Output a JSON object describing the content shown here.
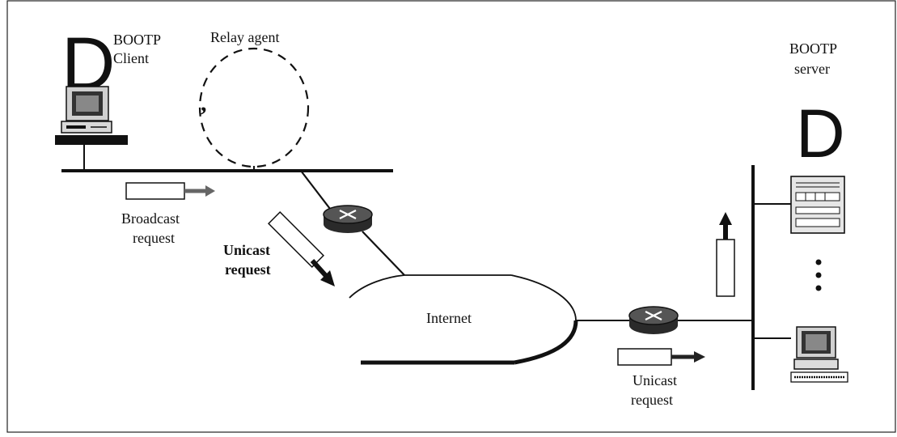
{
  "client": {
    "initial": "D",
    "label_line1": "BOOTP",
    "label_line2": "Client"
  },
  "relay_agent": {
    "label": "Relay agent",
    "mark": ","
  },
  "server": {
    "label_line1": "BOOTP",
    "label_line2": "server",
    "initial": "D",
    "ellipsis": "⋮"
  },
  "internet": {
    "label": "Internet"
  },
  "messages": {
    "broadcast_line1": "Broadcast",
    "broadcast_line2": "request",
    "unicast_left_line1": "Unicast",
    "unicast_left_line2": "request",
    "unicast_right_line1": "Unicast",
    "unicast_right_line2": "request"
  }
}
